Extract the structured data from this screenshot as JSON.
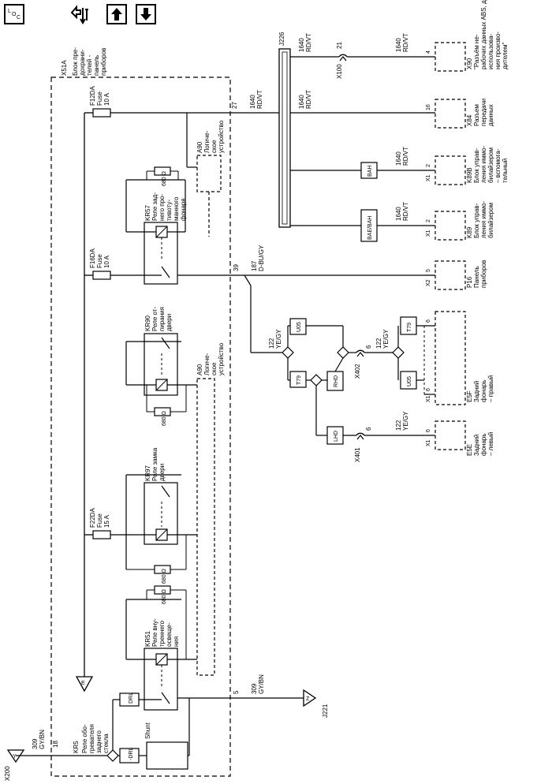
{
  "toolbar": {
    "loc_label": "LOC",
    "tool_icon": "wrench-arrows-icon",
    "up_icon": "arrow-up-icon",
    "down_icon": "arrow-down-icon"
  },
  "connectors": {
    "x200": "X200",
    "x100": "X100",
    "x100_pin": "21",
    "x402": "X402",
    "x402_pin": "6",
    "x401": "X401",
    "x401_pin": "6",
    "j226": "J226",
    "j221": "J221"
  },
  "x51a": {
    "id": "X51A",
    "desc": [
      "Блок пре-",
      "дохрани-",
      "телей -",
      "панель",
      "приборов"
    ]
  },
  "fuses": [
    {
      "id": "F12DA",
      "label": "Fuse",
      "rating": "10 A"
    },
    {
      "id": "F16DA",
      "label": "Fuse",
      "rating": "10 A"
    },
    {
      "id": "F22DA",
      "label": "Fuse",
      "rating": "15 A"
    }
  ],
  "relays": [
    {
      "id": "KR57",
      "desc": [
        "Реле зад-",
        "него про-",
        "тивоту-",
        "манного",
        "фонаря"
      ],
      "res": "680 Ω"
    },
    {
      "id": "KR90",
      "desc": [
        "Реле от-",
        "пирания",
        "двери"
      ],
      "res": "680 Ω"
    },
    {
      "id": "KR97",
      "desc": [
        "Реле замка",
        "двери"
      ],
      "res": "680 Ω"
    },
    {
      "id": "KR51",
      "desc": [
        "Реле вну-",
        "треннего",
        "освеще-",
        "ния"
      ],
      "res": "680 Ω"
    },
    {
      "id": "KR5",
      "desc": [
        "Реле обо-",
        "гревателя",
        "заднего",
        "стекла"
      ],
      "pin": "E"
    }
  ],
  "logic_devices": [
    {
      "id": "A90",
      "desc": [
        "Логиче-",
        "ское",
        "устройство"
      ]
    },
    {
      "id": "A90",
      "desc": [
        "Логиче-",
        "ское",
        "устройство"
      ]
    }
  ],
  "components": {
    "x90": {
      "id": "X90",
      "desc": [
        "\"Разъём не-",
        "рабочих данных ABS, для",
        "использова-",
        "ния произво-",
        "дителем\""
      ],
      "pin": "4"
    },
    "x84": {
      "id": "X84",
      "desc": [
        "Разъем",
        "передачи",
        "данных"
      ],
      "pin": "16"
    },
    "k89b": {
      "id": "K89B",
      "desc": [
        "Блок управ-",
        "ления иммо-",
        "билайзером",
        "– вспомога-",
        "тельный"
      ],
      "conn": "X1",
      "pin": "2"
    },
    "k89": {
      "id": "K89",
      "desc": [
        "Блок управ-",
        "ления иммо-",
        "билайзером"
      ],
      "conn": "X1",
      "pin": "2"
    },
    "p16": {
      "id": "P16",
      "desc": [
        "Панель",
        "приборов"
      ],
      "conn": "X2",
      "pin": "5"
    },
    "e5f": {
      "id": "E5F",
      "desc": [
        "Задний",
        "фонарь",
        "– правый"
      ],
      "conn": "X1",
      "pin": "6"
    },
    "e5e": {
      "id": "E5E",
      "desc": [
        "Задний",
        "фонарь",
        "– левый"
      ],
      "conn": "X1",
      "pin": "6"
    }
  },
  "option_boxes": {
    "bah": "BAH",
    "bae_bah": "BAE/BAH",
    "u05_top": "U05",
    "t79_left": "T79",
    "rhd": "RHD",
    "lhd": "LHD",
    "t79_right": "T79",
    "u05_right": "U05",
    "drl": "DRL",
    "not_drl": "-DRL",
    "shunt": "Shunt"
  },
  "wires": {
    "w1640": {
      "num": "1640",
      "color": "RD/VT"
    },
    "w187": {
      "num": "187",
      "color": "D-BU/GY"
    },
    "w122": {
      "num": "122",
      "color": "YE/GY"
    },
    "w309": {
      "num": "309",
      "color": "GY/BN"
    }
  },
  "pins": {
    "p27": "27",
    "p39": "39",
    "p18": "18",
    "p5": "5",
    "e5f_top": "6",
    "e5f_conn": "X1"
  }
}
